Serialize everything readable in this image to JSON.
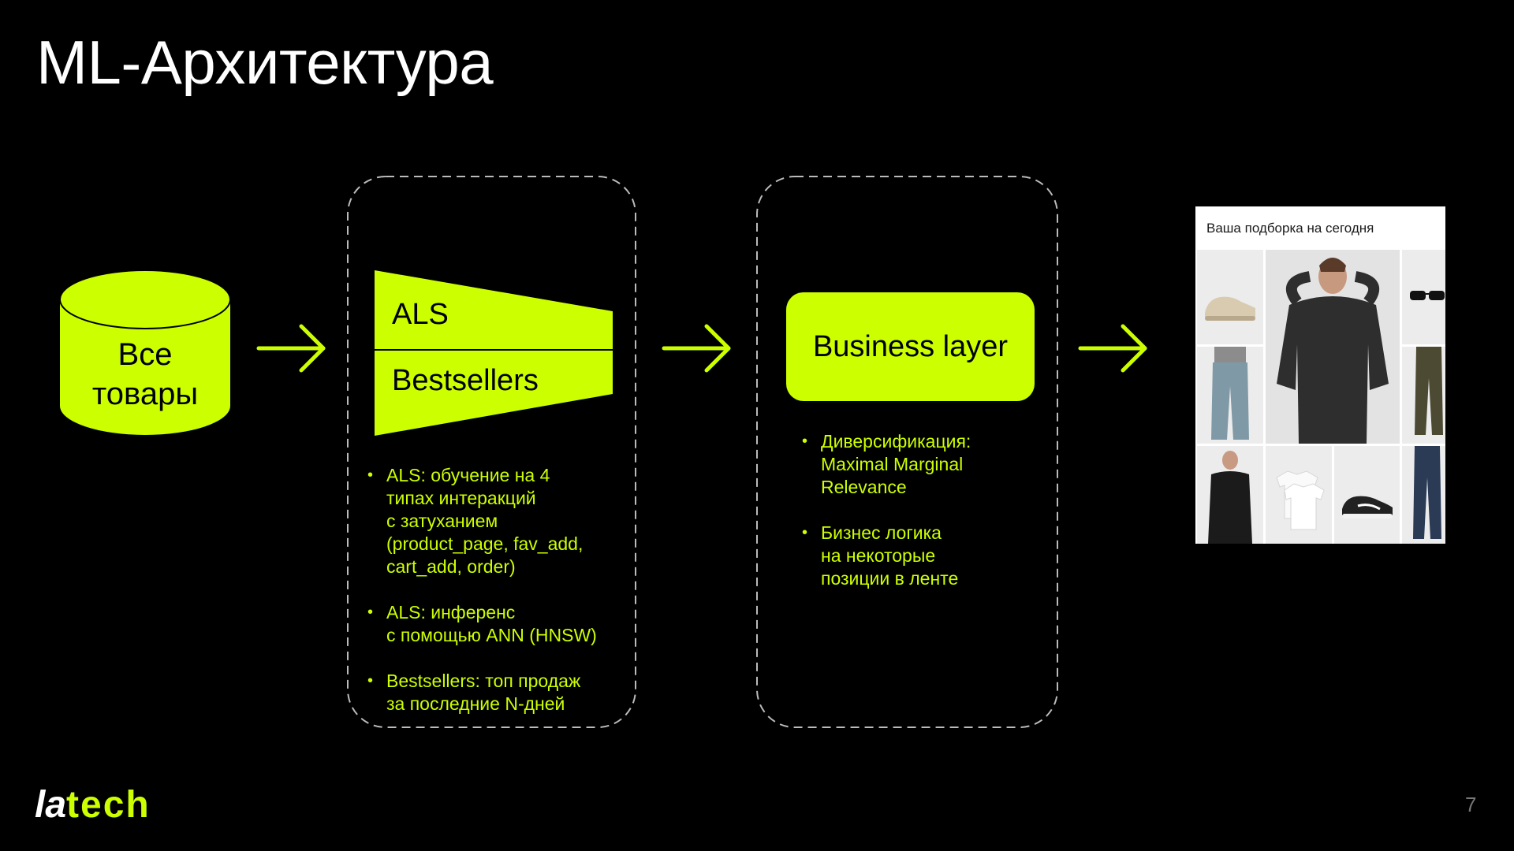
{
  "slide": {
    "title": "ML-Архитектура",
    "page_number": "7",
    "accent_color": "#CCFF00",
    "background_color": "#000000"
  },
  "database": {
    "label_line1": "Все",
    "label_line2": "товары",
    "icon": "database-cylinder-icon"
  },
  "candidates": {
    "stage_top_label": "ALS",
    "stage_bottom_label": "Bestsellers",
    "bullets": [
      [
        "ALS: обучение на 4",
        "типах интеракций",
        "с затуханием",
        "(product_page, fav_add,",
        "cart_add, order)"
      ],
      [
        "ALS: инференс",
        "с помощью ANN (HNSW)"
      ],
      [
        "Bestsellers: топ продаж",
        "за последние N-дней"
      ]
    ]
  },
  "business": {
    "label": "Business layer",
    "bullets": [
      [
        "Диверсификация:",
        "Maximal Marginal",
        "Relevance"
      ],
      [
        "Бизнес логика",
        "на некоторые",
        "позиции в ленте"
      ]
    ]
  },
  "result_card": {
    "title": "Ваша подборка на сегодня",
    "items": [
      "sneakers",
      "hoodie-model",
      "sunglasses",
      "jeans",
      "trousers",
      "jacket-model",
      "t-shirts",
      "running-shoes",
      "dark-jeans"
    ]
  },
  "footer": {
    "logo_la": "la",
    "logo_tech": "tech"
  }
}
